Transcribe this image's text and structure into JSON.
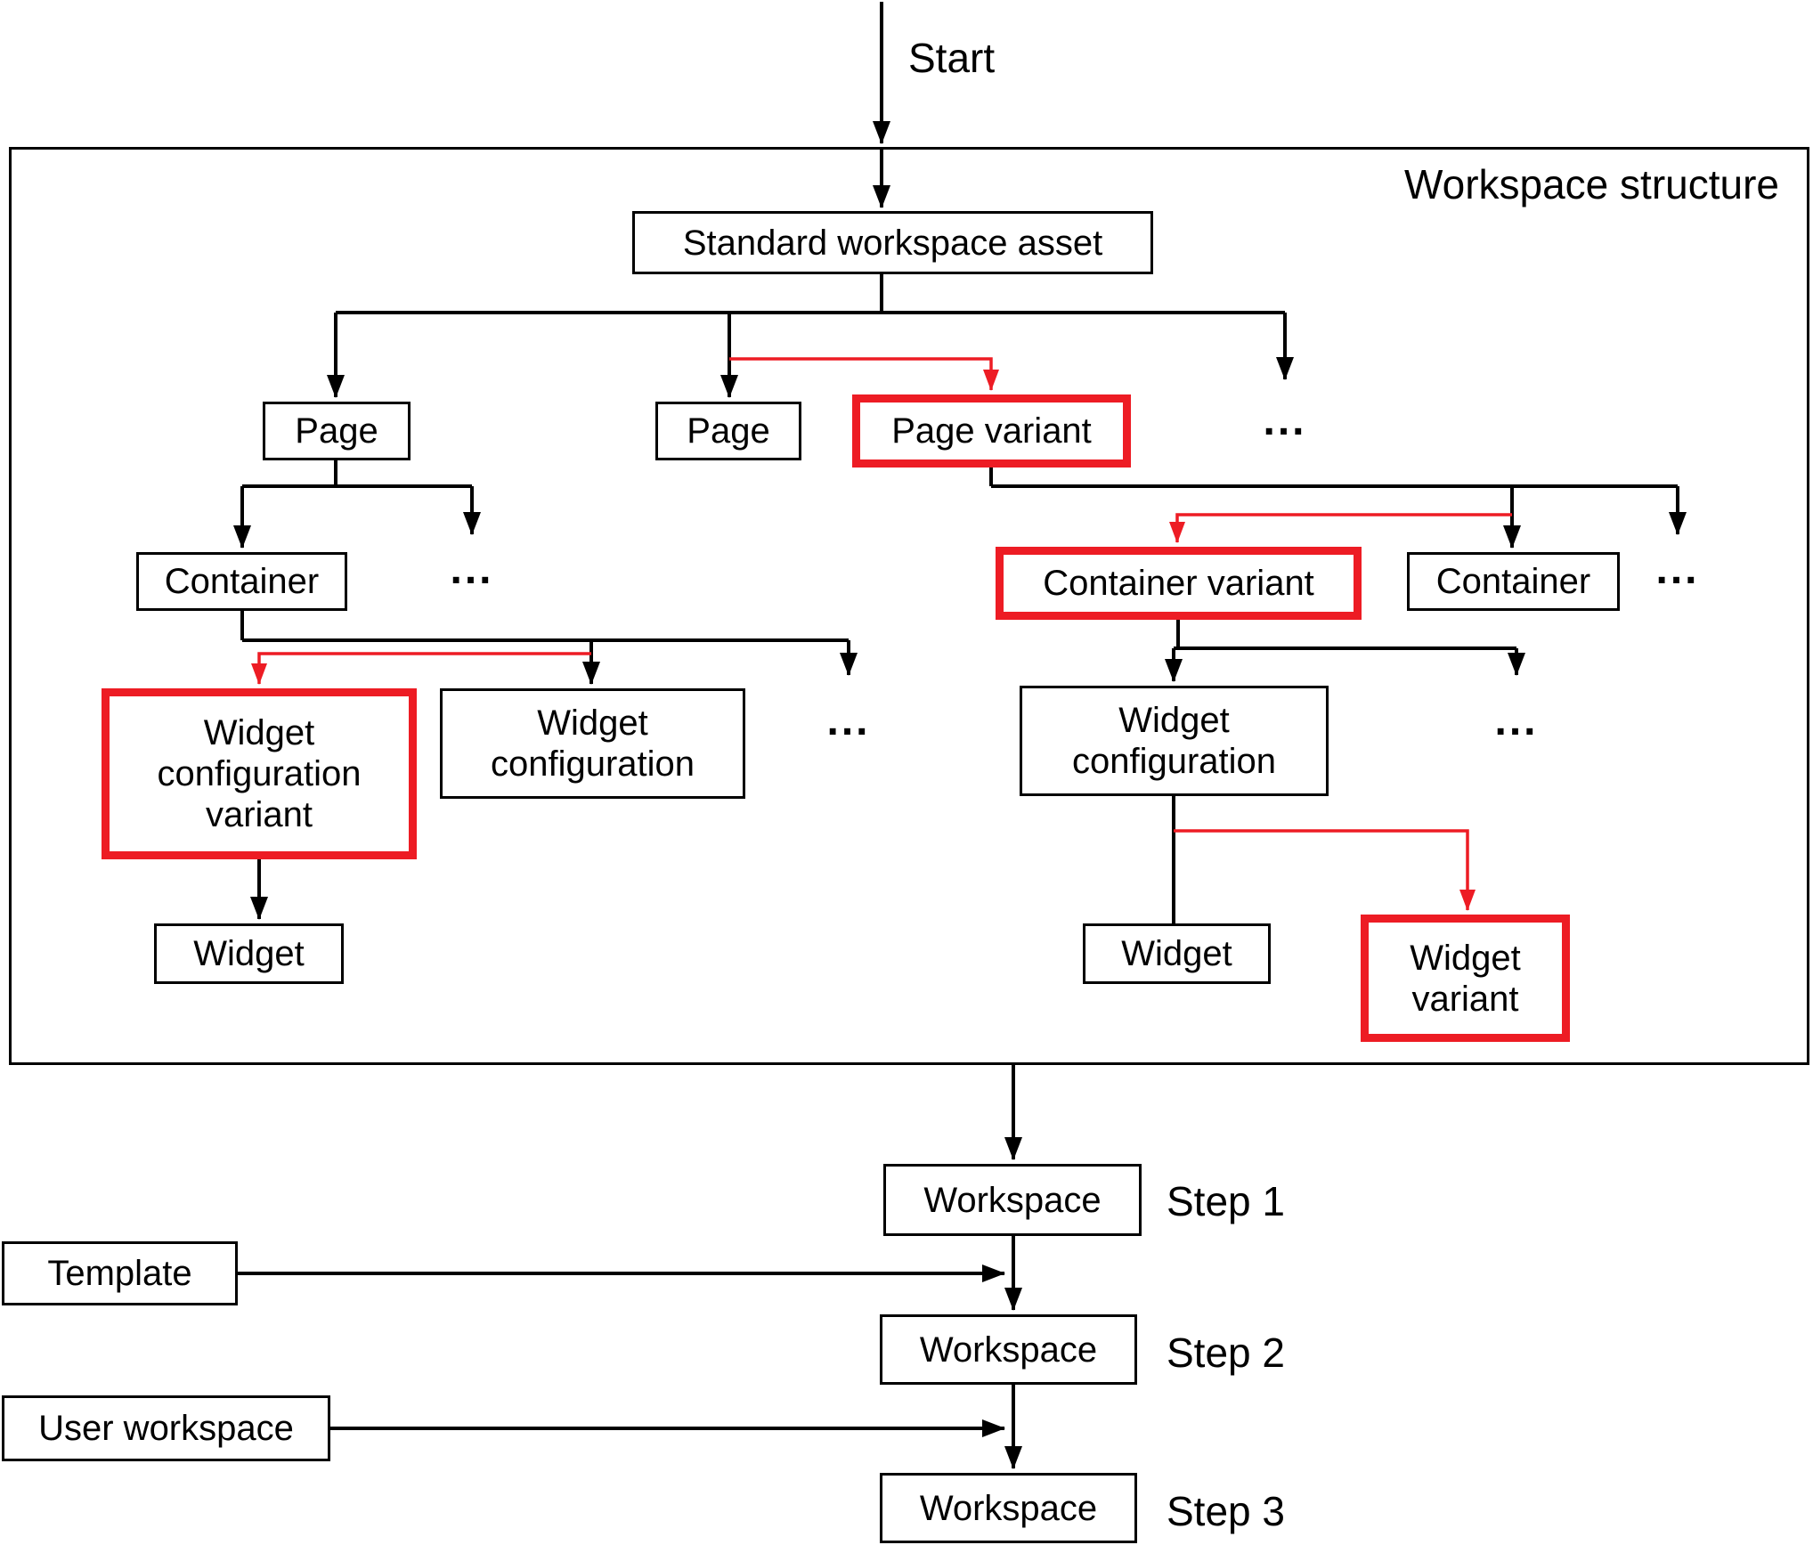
{
  "labels": {
    "start": "Start",
    "workspace_structure": "Workspace structure",
    "ellipsis": "..."
  },
  "tree": {
    "standard_workspace_asset": "Standard workspace asset",
    "page_left": "Page",
    "page_middle": "Page",
    "page_variant": "Page variant",
    "container_left": "Container",
    "widget_configuration_variant": "Widget configuration variant",
    "widget_configuration_left": "Widget configuration",
    "widget_left": "Widget",
    "container_variant": "Container variant",
    "container_right": "Container",
    "widget_configuration_right": "Widget configuration",
    "widget_right": "Widget",
    "widget_variant": "Widget variant"
  },
  "flow": {
    "workspace_step1": "Workspace",
    "workspace_step2": "Workspace",
    "workspace_step3": "Workspace",
    "template": "Template",
    "user_workspace": "User workspace",
    "step1": "Step 1",
    "step2": "Step 2",
    "step3": "Step 3"
  },
  "colors": {
    "line": "#000000",
    "highlight_red": "#ed1c24"
  }
}
